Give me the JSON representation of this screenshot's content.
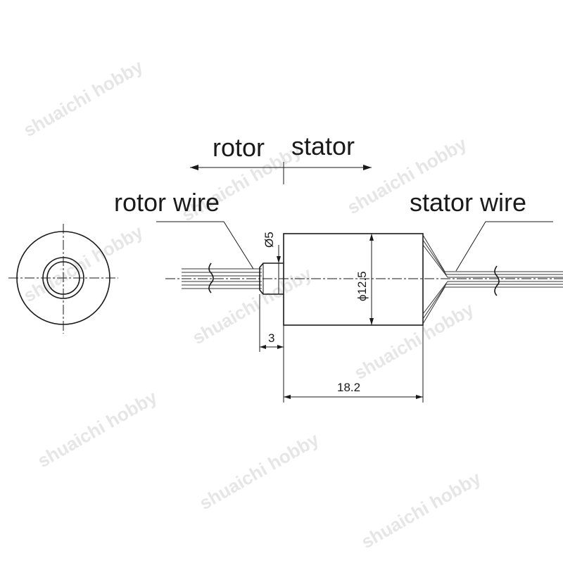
{
  "labels": {
    "rotor": "rotor",
    "stator": "stator",
    "rotor_wire": "rotor wire",
    "stator_wire": "stator wire"
  },
  "dimensions": {
    "shaft_diameter": "Ø5",
    "body_diameter": "ϕ12.5",
    "shaft_length": "3",
    "body_length": "18.2"
  },
  "watermark": "shuaichi hobby"
}
